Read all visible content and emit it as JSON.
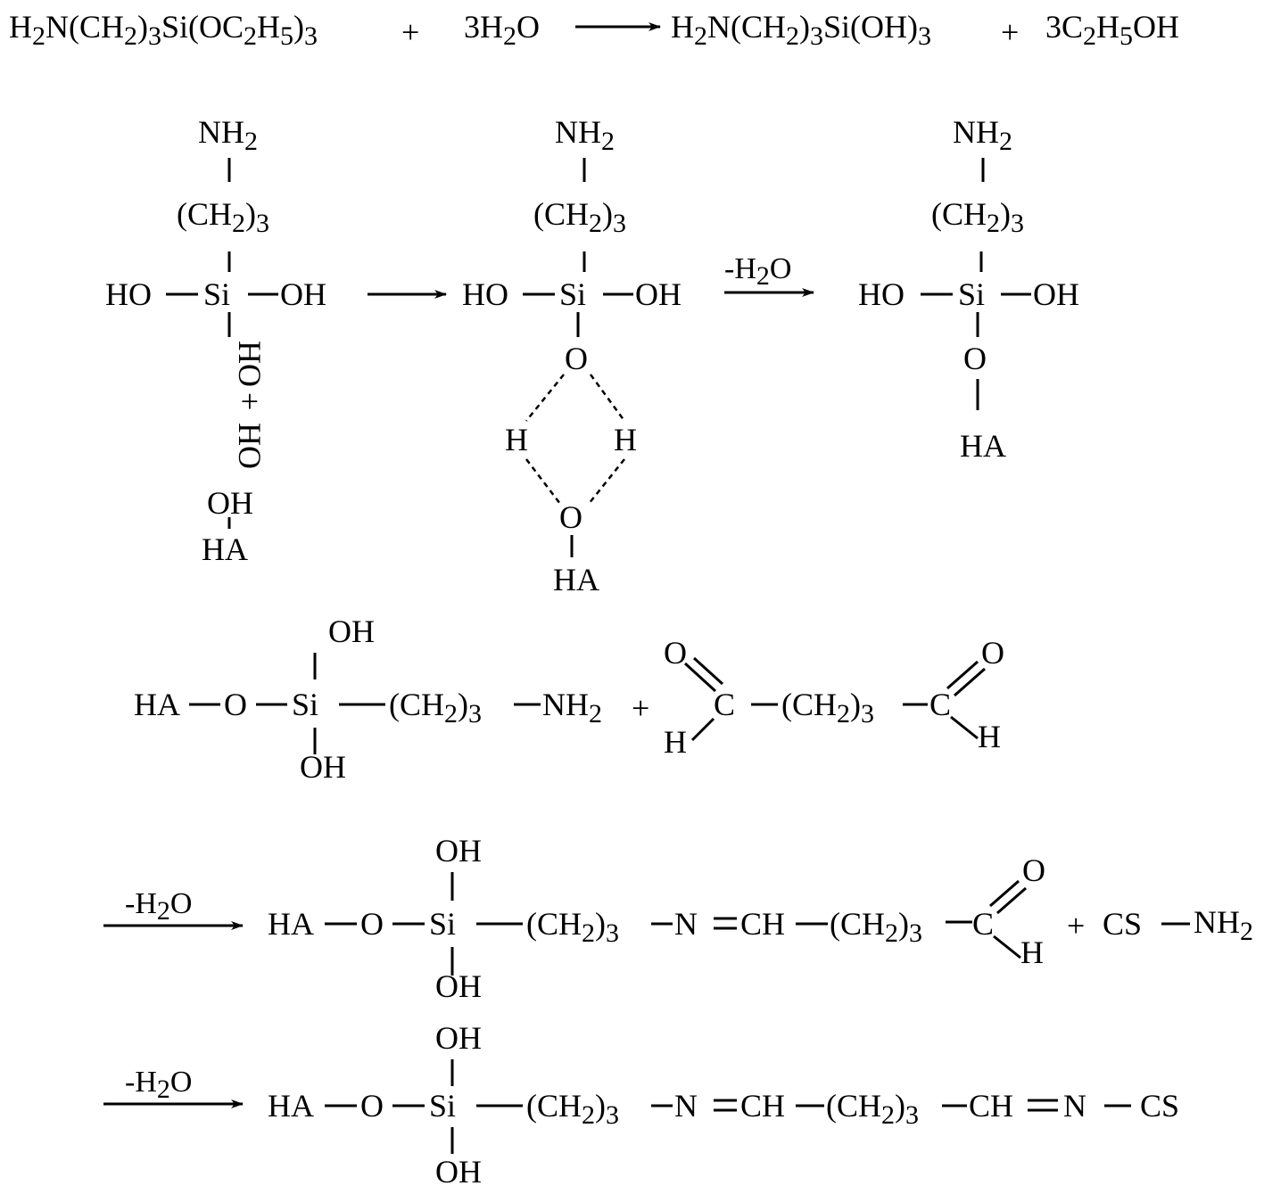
{
  "equation": {
    "reactant1": [
      "H",
      "2",
      "N(CH",
      "2",
      ")",
      "3",
      "Si(OC",
      "2",
      "H",
      "5",
      ")",
      "3"
    ],
    "plus": "+",
    "reactant2": [
      "3H",
      "2",
      "O"
    ],
    "product1": [
      "H",
      "2",
      "N(CH",
      "2",
      ")",
      "3",
      "Si(OH)",
      "3"
    ],
    "product2": [
      "3C",
      "2",
      "H",
      "5",
      "OH"
    ]
  },
  "labels": {
    "NH2": "NH",
    "sub2": "2",
    "sub3": "3",
    "CH2_open": "(CH",
    "close_paren": ")",
    "HO": "HO",
    "OH": "OH",
    "Si": "Si",
    "O": "O",
    "H": "H",
    "HA": "HA",
    "C": "C",
    "CH": "CH",
    "N": "N",
    "CS": "CS",
    "plus": "+",
    "minus_H2O": "-H",
    "minus_H2O_tail": "O"
  },
  "vertical_text": {
    "rot_HO1": "HO",
    "rot_plus": "+",
    "rot_HO2": "HO"
  }
}
